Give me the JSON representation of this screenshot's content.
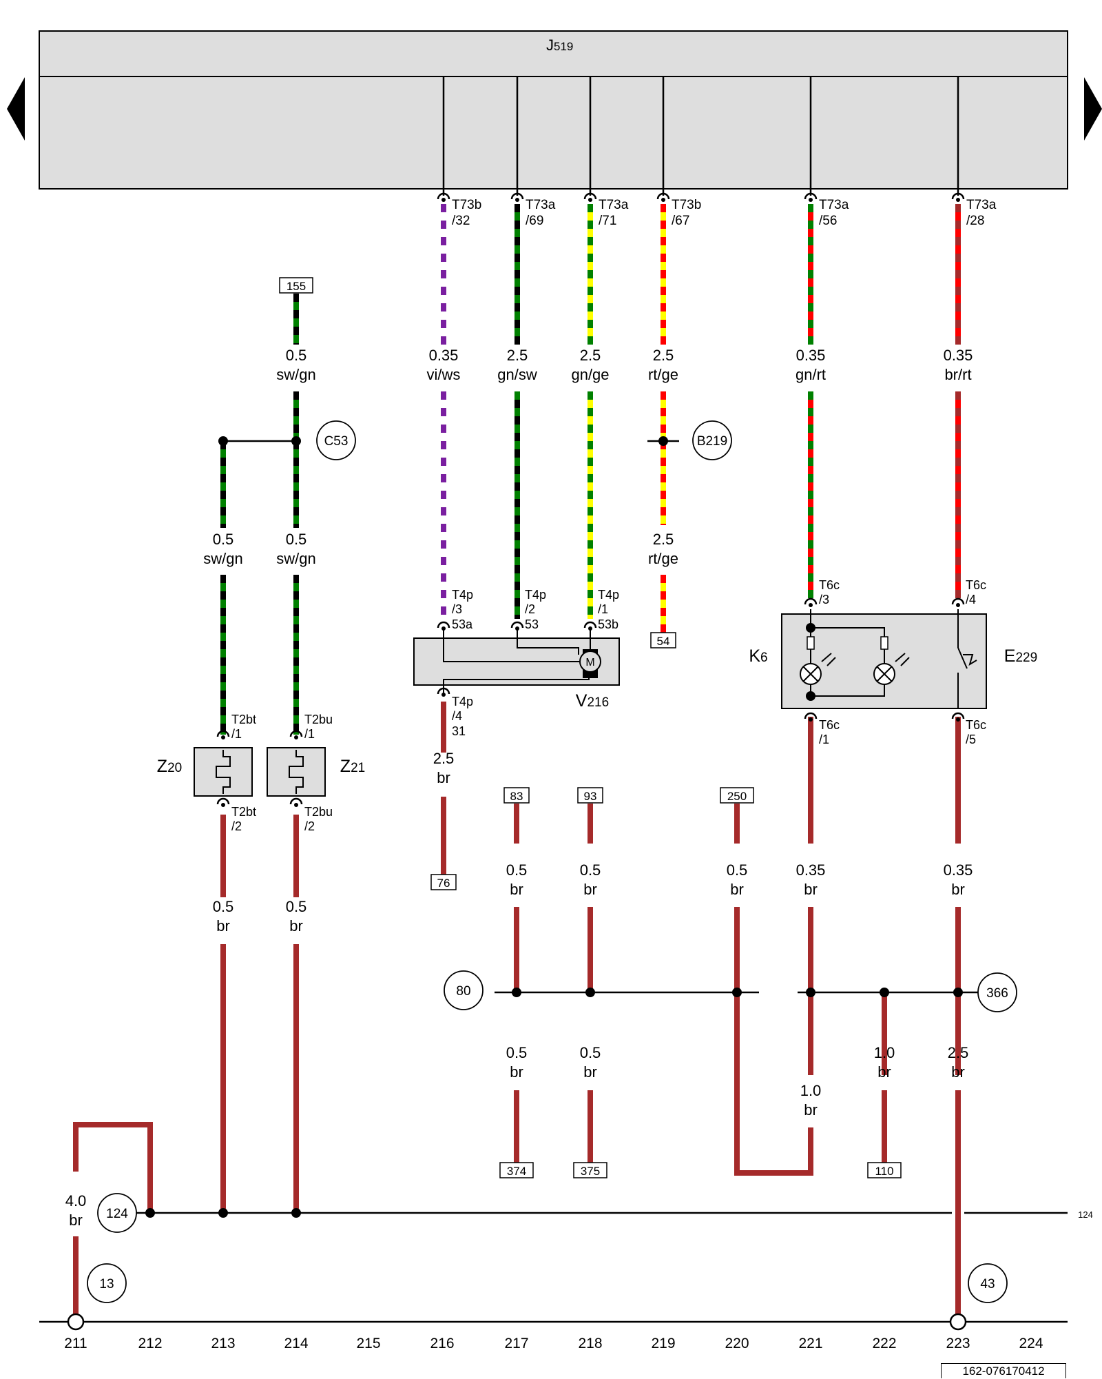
{
  "control_unit": {
    "name": "J519",
    "prefix": "J",
    "number": "519"
  },
  "navigation": {
    "prev": "previous-page",
    "next": "next-page"
  },
  "wire_colors": {
    "sw": "#000000",
    "gn": "#008000",
    "ws": "#ffffff",
    "vi": "#7a1fa0",
    "ge": "#ffff00",
    "rt": "#ff0000",
    "br": "#a52a2a"
  },
  "top_connectors": [
    {
      "conn": "T73b",
      "pin": "/32"
    },
    {
      "conn": "T73a",
      "pin": "/69"
    },
    {
      "conn": "T73a",
      "pin": "/71"
    },
    {
      "conn": "T73b",
      "pin": "/67"
    },
    {
      "conn": "T73a",
      "pin": "/56"
    },
    {
      "conn": "T73a",
      "pin": "/28"
    }
  ],
  "wire_labels": [
    {
      "size": "0.35",
      "color": "vi/ws"
    },
    {
      "size": "2.5",
      "color": "gn/sw"
    },
    {
      "size": "2.5",
      "color": "gn/ge"
    },
    {
      "size": "2.5",
      "color": "rt/ge"
    },
    {
      "size": "0.35",
      "color": "gn/rt"
    },
    {
      "size": "0.35",
      "color": "br/rt"
    },
    {
      "size": "0.5",
      "color": "sw/gn"
    },
    {
      "size": "0.5",
      "color": "sw/gn"
    },
    {
      "size": "0.5",
      "color": "sw/gn"
    },
    {
      "size": "2.5",
      "color": "rt/ge"
    },
    {
      "size": "2.5",
      "color": "br"
    },
    {
      "size": "0.5",
      "color": "br"
    },
    {
      "size": "0.5",
      "color": "br"
    },
    {
      "size": "0.5",
      "color": "br"
    },
    {
      "size": "0.35",
      "color": "br"
    },
    {
      "size": "0.35",
      "color": "br"
    },
    {
      "size": "0.5",
      "color": "br"
    },
    {
      "size": "0.5",
      "color": "br"
    },
    {
      "size": "0.5",
      "color": "br"
    },
    {
      "size": "0.5",
      "color": "br"
    },
    {
      "size": "1.0",
      "color": "br"
    },
    {
      "size": "1.0",
      "color": "br"
    },
    {
      "size": "2.5",
      "color": "br"
    },
    {
      "size": "4.0",
      "color": "br"
    }
  ],
  "references": [
    "155",
    "54",
    "76",
    "83",
    "93",
    "250",
    "374",
    "375",
    "110"
  ],
  "circle_refs": [
    "C53",
    "B219",
    "80",
    "366",
    "124",
    "13",
    "43"
  ],
  "component_connectors": [
    {
      "conn": "T4p",
      "pin": "/3",
      "extra": "53a"
    },
    {
      "conn": "T4p",
      "pin": "/2",
      "extra": "53"
    },
    {
      "conn": "T4p",
      "pin": "/1",
      "extra": "53b"
    },
    {
      "conn": "T4p",
      "pin": "/4",
      "extra": "31"
    },
    {
      "conn": "T6c",
      "pin": "/3",
      "extra": ""
    },
    {
      "conn": "T6c",
      "pin": "/4",
      "extra": ""
    },
    {
      "conn": "T6c",
      "pin": "/1",
      "extra": ""
    },
    {
      "conn": "T6c",
      "pin": "/5",
      "extra": ""
    },
    {
      "conn": "T2bt",
      "pin": "/1",
      "extra": ""
    },
    {
      "conn": "T2bu",
      "pin": "/1",
      "extra": ""
    },
    {
      "conn": "T2bt",
      "pin": "/2",
      "extra": ""
    },
    {
      "conn": "T2bu",
      "pin": "/2",
      "extra": ""
    }
  ],
  "components": [
    {
      "prefix": "Z",
      "number": "20"
    },
    {
      "prefix": "Z",
      "number": "21"
    },
    {
      "prefix": "V",
      "number": "216"
    },
    {
      "prefix": "K",
      "number": "6"
    },
    {
      "prefix": "E",
      "number": "229"
    }
  ],
  "motor_symbol": "M",
  "continuation_label": "124",
  "grid_columns": [
    "211",
    "212",
    "213",
    "214",
    "215",
    "216",
    "217",
    "218",
    "219",
    "220",
    "221",
    "222",
    "223",
    "224"
  ],
  "document_id": "162-076170412"
}
